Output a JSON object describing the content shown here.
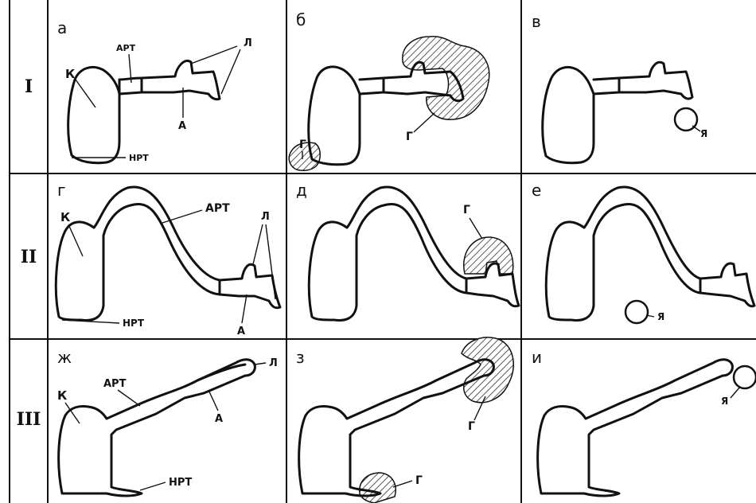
{
  "rows": [
    "I",
    "II",
    "III"
  ],
  "panels": {
    "a": "а",
    "b": "б",
    "v": "в",
    "g": "г",
    "d": "д",
    "e": "е",
    "zh": "ж",
    "z": "з",
    "i": "и"
  },
  "labels": {
    "K": "К",
    "ART": "АРТ",
    "NRT": "НРТ",
    "A": "А",
    "L": "Л",
    "G": "Г",
    "YA": "Я"
  }
}
